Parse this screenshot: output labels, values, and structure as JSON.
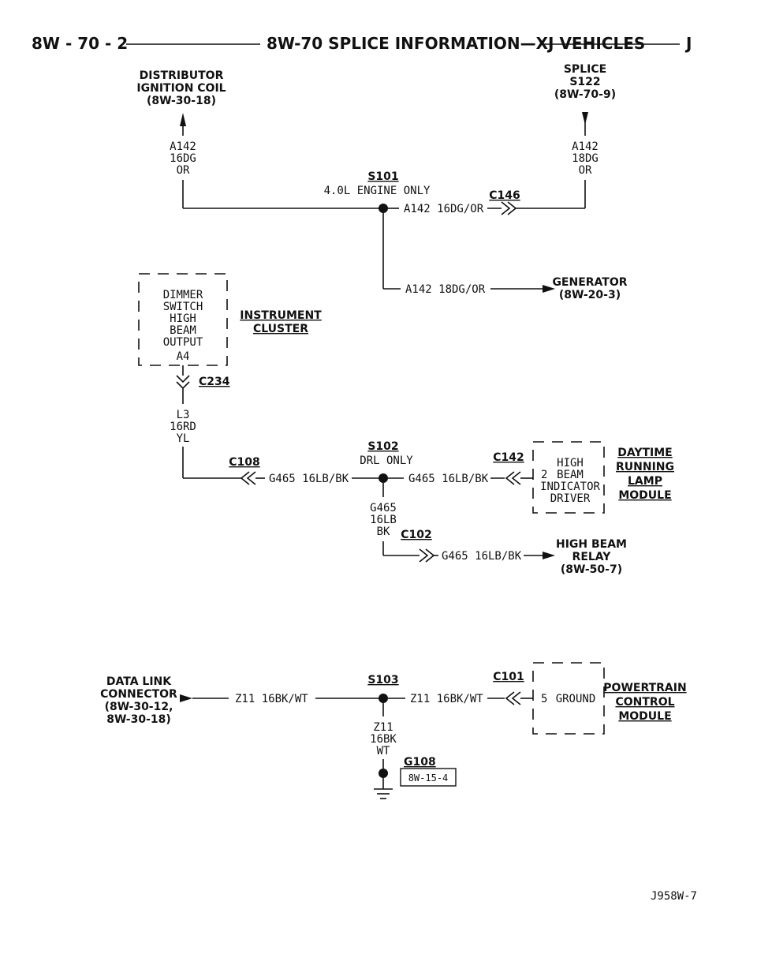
{
  "header": {
    "page_num": "8W - 70 - 2",
    "title": "8W-70 SPLICE INFORMATION—XJ VEHICLES",
    "vehicle": "J"
  },
  "s101": {
    "distributor": {
      "line1": "DISTRIBUTOR",
      "line2": "IGNITION COIL",
      "line3": "(8W-30-18)"
    },
    "splice_s122": {
      "line1": "SPLICE",
      "line2": "S122",
      "line3": "(8W-70-9)"
    },
    "left_wire": {
      "circuit": "A142",
      "gauge": "16DG",
      "color": "OR"
    },
    "right_wire": {
      "circuit": "A142",
      "gauge": "18DG",
      "color": "OR"
    },
    "splice": "S101",
    "note": "4.0L ENGINE ONLY",
    "connector": "C146",
    "wire_top": "A142 16DG/OR",
    "wire_bottom": "A142 18DG/OR",
    "generator": {
      "line1": "GENERATOR",
      "line2": "(8W-20-3)"
    }
  },
  "s102": {
    "cluster_box": {
      "l1": "DIMMER",
      "l2": "SWITCH",
      "l3": "HIGH",
      "l4": "BEAM",
      "l5": "OUTPUT",
      "pin": "A4"
    },
    "cluster_name": {
      "line1": "INSTRUMENT",
      "line2": "CLUSTER"
    },
    "connector_c234": "C234",
    "wire_l3": {
      "circuit": "L3",
      "gauge": "16RD",
      "color": "YL"
    },
    "connector_c108": "C108",
    "wire_left": "G465 16LB/BK",
    "splice": "S102",
    "note": "DRL ONLY",
    "wire_right": "G465 16LB/BK",
    "connector_c142": "C142",
    "drl_box": {
      "pin": "2",
      "l1": "HIGH",
      "l2": "BEAM",
      "l3": "INDICATOR",
      "l4": "DRIVER"
    },
    "drl_name": {
      "line1": "DAYTIME",
      "line2": "RUNNING",
      "line3": "LAMP",
      "line4": "MODULE"
    },
    "wire_down": {
      "circuit": "G465",
      "gauge": "16LB",
      "color": "BK"
    },
    "connector_c102": "C102",
    "wire_relay": "G465 16LB/BK",
    "relay": {
      "line1": "HIGH BEAM",
      "line2": "RELAY",
      "line3": "(8W-50-7)"
    }
  },
  "s103": {
    "dlc": {
      "line1": "DATA LINK",
      "line2": "CONNECTOR",
      "line3": "(8W-30-12,",
      "line4": "8W-30-18)"
    },
    "wire_left": "Z11 16BK/WT",
    "splice": "S103",
    "wire_right": "Z11 16BK/WT",
    "connector_c101": "C101",
    "pcm_box": {
      "pin": "5",
      "label": "GROUND"
    },
    "pcm_name": {
      "line1": "POWERTRAIN",
      "line2": "CONTROL",
      "line3": "MODULE"
    },
    "wire_down": {
      "circuit": "Z11",
      "gauge": "16BK",
      "color": "WT"
    },
    "ground": "G108",
    "ground_ref": "8W-15-4"
  },
  "footer": {
    "figure_id": "J958W-7"
  }
}
